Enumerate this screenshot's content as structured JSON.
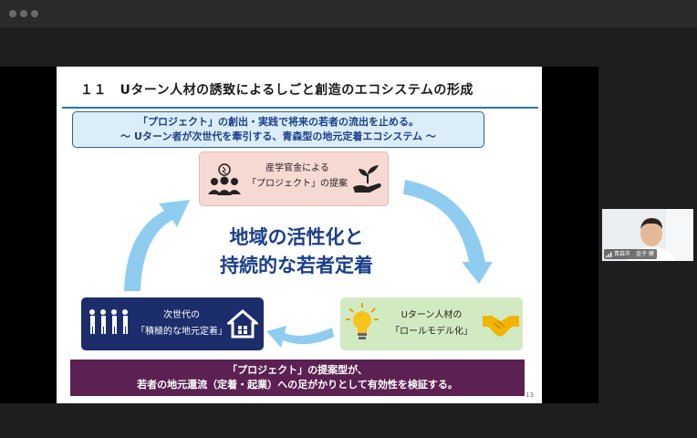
{
  "slide": {
    "title": "１１　Uターン人材の誘致によるしごと創造のエコシステムの形成",
    "subtitle_line1": "「プロジェクト」の創出・実践で将来の若者の流出を止める。",
    "subtitle_line2": "～ Uターン者が次世代を牽引する、青森型の地元定着エコシステム ～",
    "top_box_line1": "産学官金による",
    "top_box_line2": "「プロジェクト」の提案",
    "left_box_line1": "次世代の",
    "left_box_line2": "「積極的な地元定着」",
    "right_box_line1": "Uターン人材の",
    "right_box_line2": "「ロールモデル化」",
    "center_line1": "地域の活性化と",
    "center_line2": "持続的な若者定着",
    "bottom_line1": "「プロジェクト」の提案型が、",
    "bottom_line2": "若者の地元還流（定着・起業）への足がかりとして有効性を検証する。",
    "page_number": "13"
  },
  "participant": {
    "name": "青森市　金子 健"
  },
  "colors": {
    "accent_blue": "#1b3f8a",
    "arrow_blue": "#8fcdf0",
    "purple": "#5b2152",
    "navy": "#1b2d6b"
  },
  "icons": [
    "people-icon",
    "lightbulb-icon",
    "sprout-hand-icon",
    "family-icon",
    "house-icon",
    "bulb-icon",
    "handshake-icon",
    "signal-icon"
  ]
}
